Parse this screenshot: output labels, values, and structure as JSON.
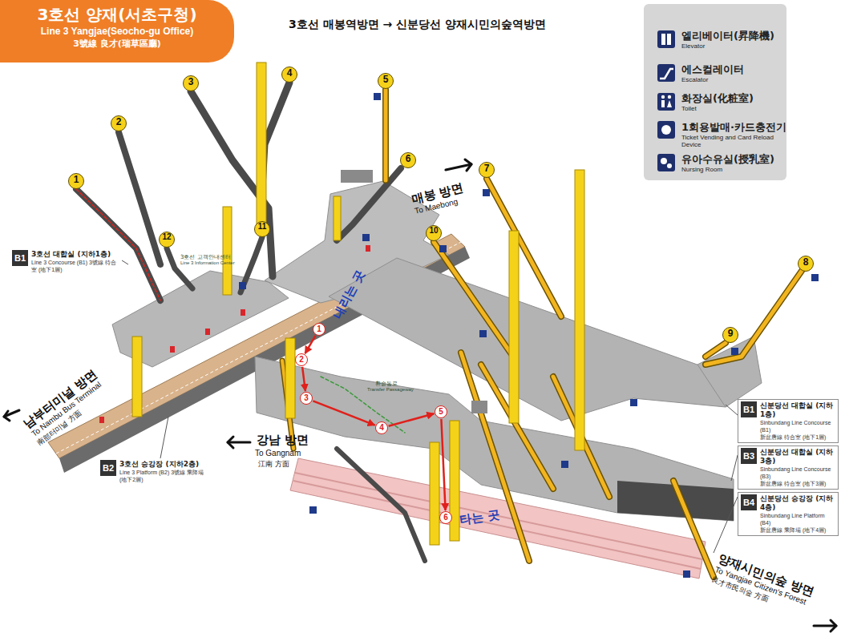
{
  "diagram": {
    "title": "3호선 매봉역방면 → 신분당선 양재시민의숲역방면",
    "nodes": [
      {
        "text": [
          "3호선 양재(서초구청)",
          "Line 3 Yangjae(Seocho-gu Office)",
          "3號線 良才(瑞草區廳)"
        ]
      },
      {
        "text": [
          "B1",
          "3호선 대합실 (지하1층)",
          "Line 3 Concourse (B1) 3號線 待合室 (地下1層)"
        ]
      },
      {
        "text": [
          "B2",
          "3호선 승강장 (지하2층)",
          "Line 3 Platform (B2) 3號線 乘降場 (地下2層)"
        ]
      },
      {
        "text": [
          "B1",
          "신분당선 대합실 (지하1층)",
          "Sinbundang Line Concourse (B1)",
          "新盆唐線 待合室 (地下1層)"
        ]
      },
      {
        "text": [
          "B3",
          "신분당선 대합실 (지하3층)",
          "Sinbundang Line Concourse (B3)",
          "新盆唐線 待合室 (地下3層)"
        ]
      },
      {
        "text": [
          "B4",
          "신분당선 승강장 (지하4층)",
          "Sinbundang Line Platform (B4)",
          "新盆唐線 乘降場 (地下4層)"
        ]
      },
      {
        "text": [
          "1"
        ]
      },
      {
        "text": [
          "2"
        ]
      },
      {
        "text": [
          "3"
        ]
      },
      {
        "text": [
          "4"
        ]
      },
      {
        "text": [
          "5"
        ]
      },
      {
        "text": [
          "6"
        ]
      }
    ],
    "edges": [
      {
        "from": 6,
        "to": 7,
        "arrow": "to"
      },
      {
        "from": 7,
        "to": 8,
        "arrow": "to"
      },
      {
        "from": 8,
        "to": 9,
        "arrow": "to"
      },
      {
        "from": 9,
        "to": 10,
        "arrow": "to"
      },
      {
        "from": 10,
        "to": 11,
        "arrow": "to"
      }
    ],
    "labels": [
      "1",
      "2",
      "3",
      "4",
      "5",
      "6",
      "7",
      "8",
      "9",
      "10",
      "11",
      "12",
      "매봉 방면",
      "To Maebong",
      "남부터미널 방면",
      "To Nambu Bus Terminal",
      "南部터미널 方面",
      "강남 방면",
      "To Gangnam",
      "江南 方面",
      "양재시민의숲 방면",
      "To Yangjae Citizen's Forest",
      "良才市民의숲 方面",
      "내리는 곳",
      "타는 곳",
      "Elevator",
      "Escalator",
      "Toilet",
      "Ticket Vending and Card Reload Device",
      "Nursing Room",
      "환승통로",
      "Transfer Passageway",
      "3호선 고객안내센터",
      "Line 3 Information Center"
    ],
    "legend": [
      {
        "text": "엘리베이터(昇降機)"
      },
      {
        "text": "에스컬레이터"
      },
      {
        "text": "화장실(化粧室)"
      },
      {
        "text": "1회용발매·카드충전기"
      },
      {
        "text": "유아수유실(授乳室)"
      }
    ]
  }
}
